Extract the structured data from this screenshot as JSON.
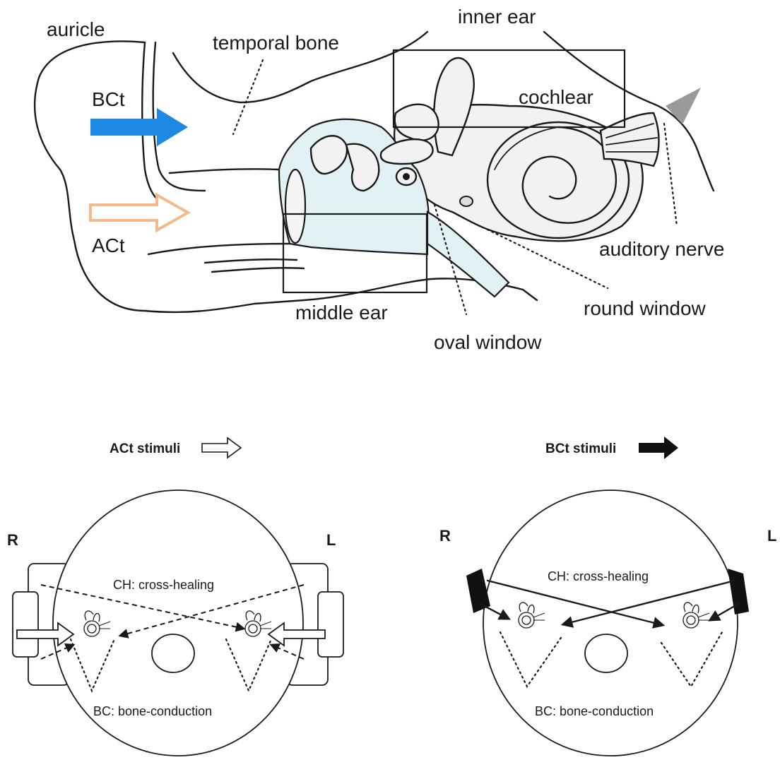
{
  "anatomy": {
    "labels": {
      "auricle": "auricle",
      "temporal_bone": "temporal bone",
      "inner_ear": "inner ear",
      "cochlear": "cochlear",
      "bct": "BCt",
      "act": "ACt",
      "auditory_nerve": "auditory nerve",
      "middle_ear": "middle ear",
      "round_window": "round window",
      "oval_window": "oval window"
    },
    "colors": {
      "bct_arrow": "#1e88e5",
      "act_arrow_outline": "#f3b98a",
      "fluid": "#e2f2f4",
      "nerve_arrow": "#9a9a9a"
    }
  },
  "act_panel": {
    "title": "ACt stimuli",
    "right_side": "R",
    "left_side": "L",
    "ch_label": "CH: cross-healing",
    "bc_label": "BC: bone-conduction",
    "arrow_icon": "outline-arrow-icon"
  },
  "bct_panel": {
    "title": "BCt stimuli",
    "right_side": "R",
    "left_side": "L",
    "ch_label": "CH: cross-healing",
    "bc_label": "BC: bone-conduction",
    "arrow_icon": "solid-arrow-icon"
  }
}
